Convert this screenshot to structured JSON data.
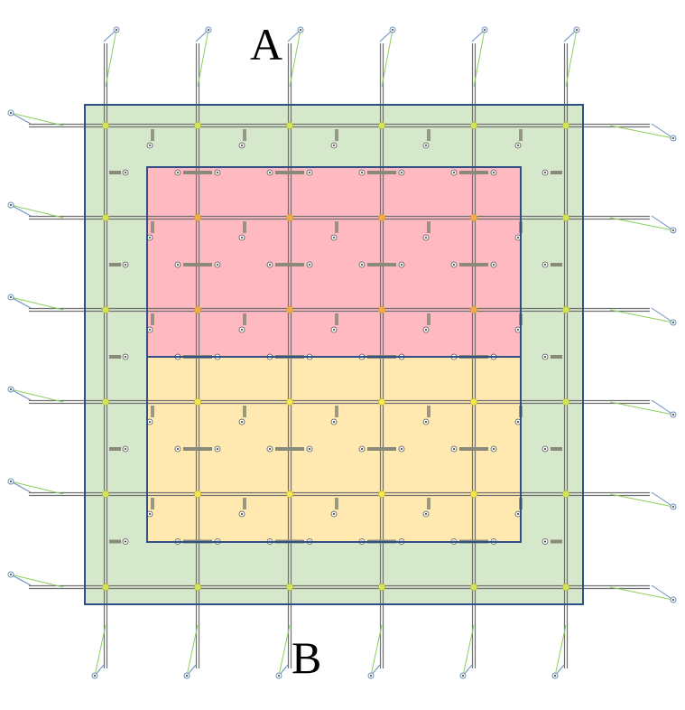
{
  "labels": {
    "top": "A",
    "bottom": "B"
  },
  "colors": {
    "outer_fill": "#d5e8cb",
    "region_top_fill": "#ffb9c0",
    "region_bottom_fill": "#ffe9b1",
    "frame_stroke": "#2f4f86",
    "cable_stroke": "#6f6f6f",
    "node_green": "#d0e65a",
    "node_orange": "#f6a84a",
    "node_yellow": "#f6e94a",
    "lead_green": "#8dce5f",
    "lead_blue": "#6a8fbf"
  },
  "grid": {
    "columns": 6,
    "rows": 6,
    "region_top_rows": [
      1,
      2
    ],
    "region_bottom_rows": [
      3,
      4
    ],
    "region_columns": [
      1,
      2,
      3,
      4
    ]
  }
}
